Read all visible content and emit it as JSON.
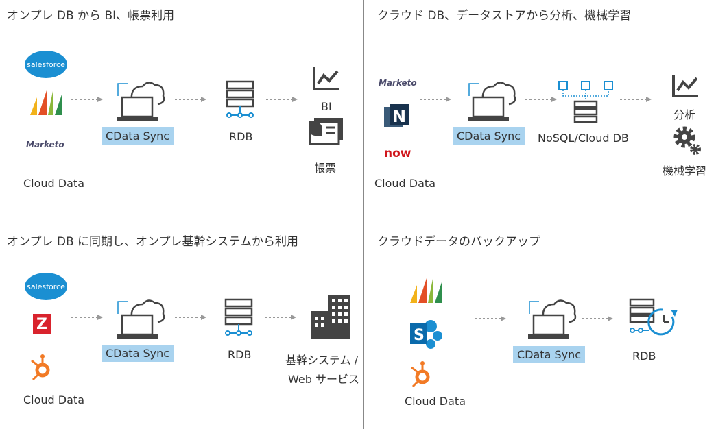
{
  "colors": {
    "accent": "#a9d3ef",
    "icon": "#4b5563",
    "arrow": "#999999",
    "salesforce": "#1b8fd2",
    "hubspot": "#f27a25",
    "servicenow": "#d0161c"
  },
  "q1": {
    "title": "オンプレ DB から BI、帳票利用",
    "cdata": "CData Sync",
    "rdb": "RDB",
    "bi": "BI",
    "report": "帳票",
    "source": "Cloud Data",
    "salesforce": "salesforce",
    "marketo": "Marketo"
  },
  "q2": {
    "title": "クラウド DB、データストアから分析、機械学習",
    "cdata": "CData Sync",
    "nosql": "NoSQL/Cloud DB",
    "analysis": "分析",
    "ml": "機械学習",
    "source": "Cloud Data",
    "marketo": "Marketo",
    "now": "now"
  },
  "q3": {
    "title": "オンプレ DB に同期し、オンプレ基幹システムから利用",
    "cdata": "CData Sync",
    "rdb": "RDB",
    "sys1": "基幹システム /",
    "sys2": "Web サービス",
    "source": "Cloud Data",
    "salesforce": "salesforce",
    "zoho": "Z"
  },
  "q4": {
    "title": "クラウドデータのバックアップ",
    "cdata": "CData Sync",
    "rdb": "RDB",
    "source": "Cloud Data",
    "sharepoint": "S"
  }
}
